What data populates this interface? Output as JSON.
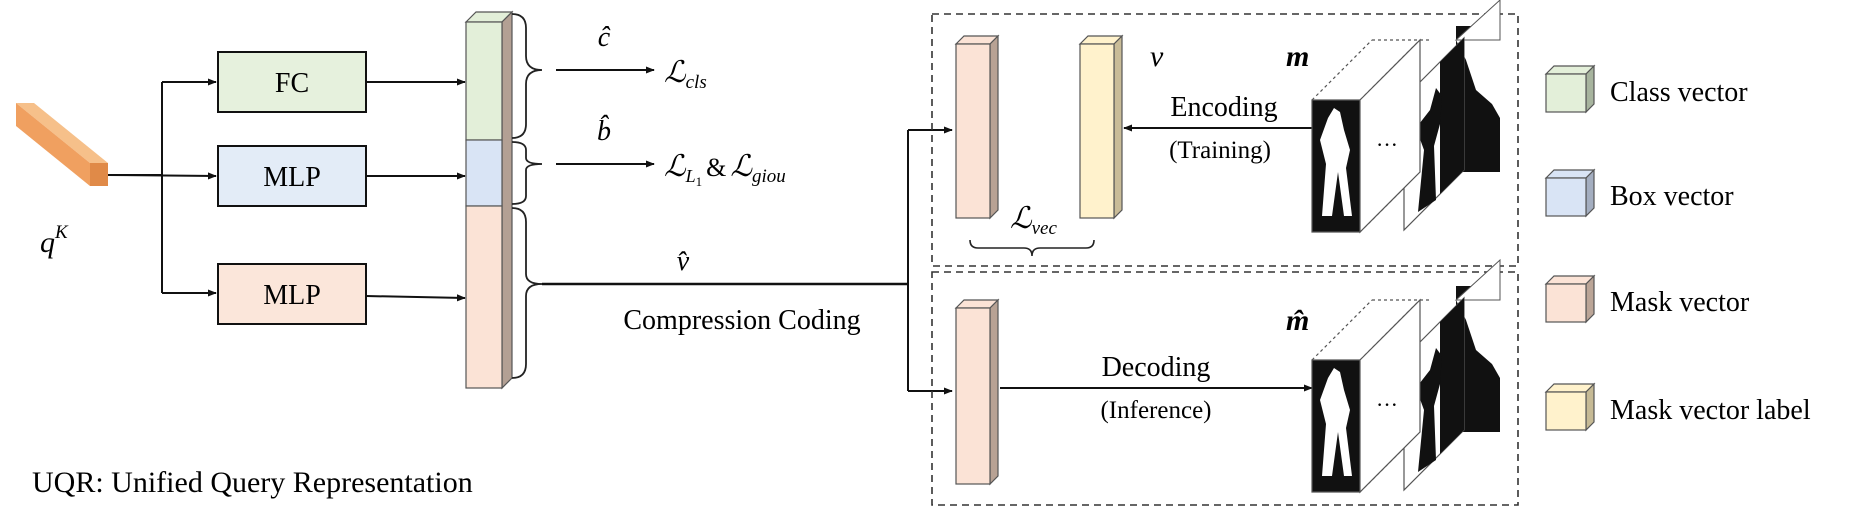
{
  "query": {
    "symbol": "q",
    "superscript": "K"
  },
  "heads": [
    {
      "label": "FC"
    },
    {
      "label": "MLP"
    },
    {
      "label": "MLP"
    }
  ],
  "outputs": {
    "class_hat": "ĉ",
    "box_hat": "b̂",
    "vec_hat": "v̂",
    "loss_cls_sym": "ℒ",
    "loss_cls_sub": "cls",
    "loss_l1_sym": "ℒ",
    "loss_l1_sub": "L",
    "loss_l1_subsub": "1",
    "loss_and": "&",
    "loss_giou_sym": "ℒ",
    "loss_giou_sub": "giou",
    "compression": "Compression Coding"
  },
  "training": {
    "v_label": "v",
    "m_label": "m",
    "loss_vec_sym": "ℒ",
    "loss_vec_sub": "vec",
    "encoding": "Encoding",
    "encoding_note": "(Training)",
    "dots": "···"
  },
  "inference": {
    "m_hat_label": "m̂",
    "decoding": "Decoding",
    "decoding_note": "(Inference)",
    "dots": "···"
  },
  "caption": "UQR: Unified Query Representation",
  "legend": [
    {
      "label": "Class vector",
      "color": "#e3efd9"
    },
    {
      "label": "Box vector",
      "color": "#d9e4f5"
    },
    {
      "label": "Mask vector",
      "color": "#fbe3d6"
    },
    {
      "label": "Mask vector label",
      "color": "#fff2cc"
    }
  ],
  "colors": {
    "query_front": "#f0a060",
    "query_top": "#f6c08a",
    "query_side": "#e08a48",
    "class": "#e3efd9",
    "box": "#d9e4f5",
    "mask": "#fbe3d6",
    "mask_label": "#fff2cc",
    "fc_fill": "#e6f1dd",
    "mlp_box_fill": "#e3ecf7",
    "mlp_mask_fill": "#fbe6da"
  }
}
